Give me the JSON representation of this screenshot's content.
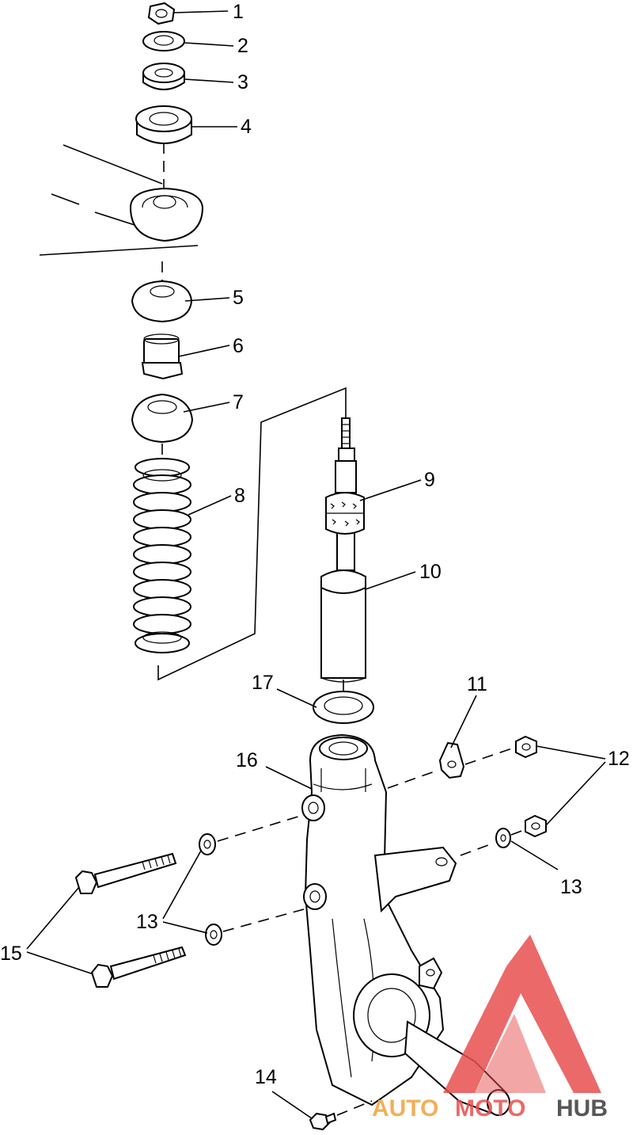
{
  "callouts": {
    "c1": "1",
    "c2": "2",
    "c3": "3",
    "c4": "4",
    "c5": "5",
    "c6": "6",
    "c7": "7",
    "c8": "8",
    "c9": "9",
    "c10": "10",
    "c11": "11",
    "c12": "12",
    "c13a": "13",
    "c13b": "13",
    "c14": "14",
    "c15": "15",
    "c16": "16",
    "c17": "17"
  },
  "watermark": {
    "auto": "AUTO",
    "moto": "MOTO",
    "hub": "HUB"
  },
  "colors": {
    "watermark_red": "#e85050",
    "watermark_orange": "#f2a23a",
    "watermark_dark": "#3a3a3a"
  }
}
